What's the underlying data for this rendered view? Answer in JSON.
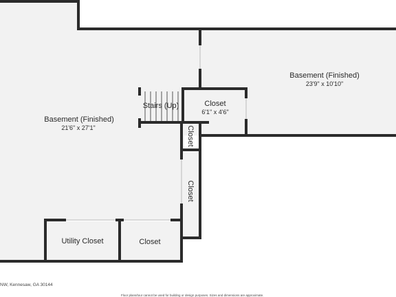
{
  "rooms": {
    "basement_left": {
      "name": "Basement (Finished)",
      "dims": "21'6\" x 27'1\""
    },
    "basement_right": {
      "name": "Basement (Finished)",
      "dims": "23'9\" x 10'10\""
    },
    "stairs": {
      "name": "Stairs (Up)"
    },
    "closet_top": {
      "name": "Closet",
      "dims": "6'1\" x 4'6\""
    },
    "closet_small_vertical": {
      "name": "Closet"
    },
    "closet_long_vertical": {
      "name": "Closet"
    },
    "utility_closet": {
      "name": "Utility Closet"
    },
    "closet_bottom": {
      "name": "Closet"
    }
  },
  "footer": {
    "address": "NW, Kennesaw, GA 30144",
    "disclaimer": "Floor plans/tour cannot be used for building or design purposes. Sizes and dimensions are approximate."
  },
  "colors": {
    "wall": "#2b2b2b",
    "floor": "#f2f2f2",
    "background": "#ffffff",
    "opening": "#ffffff"
  }
}
